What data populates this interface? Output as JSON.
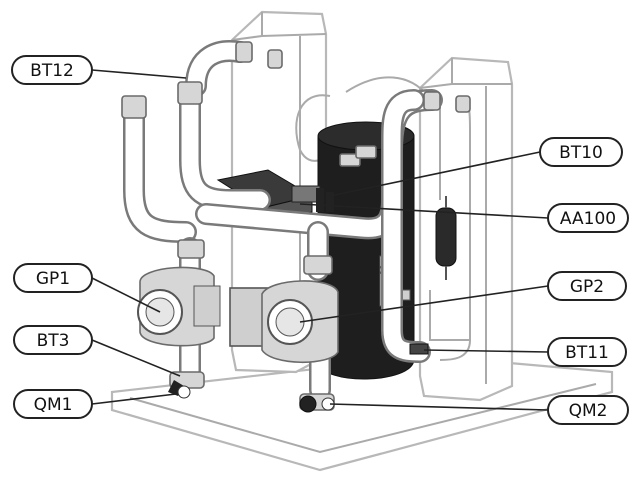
{
  "labels": {
    "bt12": "BT12",
    "bt10": "BT10",
    "aa100": "AA100",
    "gp1": "GP1",
    "gp2": "GP2",
    "bt3": "BT3",
    "bt11": "BT11",
    "qm1": "QM1",
    "qm2": "QM2"
  },
  "colors": {
    "line": "#222222",
    "compressor": "#1e1e1e",
    "frame": "#b8b8b8"
  }
}
